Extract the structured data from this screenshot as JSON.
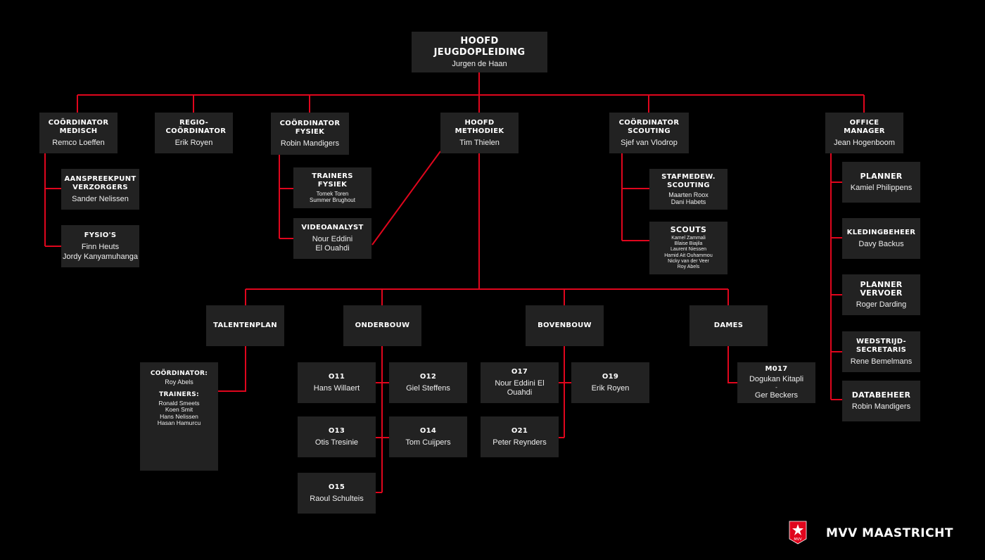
{
  "top": {
    "title": "HOOFD JEUGDOPLEIDING",
    "name": "Jurgen de Haan"
  },
  "medisch": {
    "title": "COÖRDINATOR MEDISCH",
    "name": "Remco Loeffen"
  },
  "regio": {
    "title": "REGIO-COÖRDINATOR",
    "name": "Erik Royen"
  },
  "fysiek": {
    "title": "COÖRDINATOR FYSIEK",
    "name": "Robin Mandigers"
  },
  "methodiek": {
    "title": "HOOFD METHODIEK",
    "name": "Tim Thielen"
  },
  "scouting": {
    "title": "COÖRDINATOR SCOUTING",
    "name": "Sjef van Vlodrop"
  },
  "office": {
    "title": "OFFICE MANAGER",
    "name": "Jean Hogenboom"
  },
  "aanspreekpunt": {
    "title": "AANSPREEKPUNT VERZORGERS",
    "name": "Sander Nelissen"
  },
  "fysios": {
    "title": "FYSIO'S",
    "names": [
      "Finn Heuts",
      "Jordy Kanyamuhanga"
    ]
  },
  "trainers_fysiek": {
    "title": "TRAINERS FYSIEK",
    "names": [
      "Tomek Toren",
      "Summer Brughout"
    ]
  },
  "videoanalyst": {
    "title": "VIDEOANALYST",
    "names": [
      "Nour Eddini",
      "El Ouahdi"
    ]
  },
  "stafmedew": {
    "title": "STAFMEDEW. SCOUTING",
    "names": [
      "Maarten Roox",
      "Dani Habets"
    ]
  },
  "scouts": {
    "title": "SCOUTS",
    "names": [
      "Kamel Zammali",
      "Blaise Biajila",
      "Laurent Niessen",
      "Hamid Ait Ouhammou",
      "Nicky van der Veer",
      "Roy Abels"
    ]
  },
  "planner": {
    "title": "PLANNER",
    "name": "Kamiel Philippens"
  },
  "kleding": {
    "title": "KLEDINGBEHEER",
    "name": "Davy Backus"
  },
  "vervoer": {
    "title": "PLANNER VERVOER",
    "name": "Roger Darding"
  },
  "wedstrijd": {
    "title": "WEDSTRIJD-SECRETARIS",
    "name": "Rene Bemelmans"
  },
  "databeheer": {
    "title": "DATABEHEER",
    "name": "Robin Mandigers"
  },
  "talentenplan": {
    "title": "TALENTENPLAN",
    "coord_label": "COÖRDINATOR:",
    "coord": "Roy Abels",
    "trainers_label": "TRAINERS:",
    "trainers": [
      "Ronald Smeets",
      "Koen Smit",
      "Hans Nelissen",
      "Hasan Hamurcu"
    ]
  },
  "onderbouw": {
    "title": "ONDERBOUW"
  },
  "bovenbouw": {
    "title": "BOVENBOUW"
  },
  "dames": {
    "title": "DAMES"
  },
  "teams": {
    "o11": {
      "title": "O11",
      "name": "Hans Willaert"
    },
    "o12": {
      "title": "O12",
      "name": "Giel Steffens"
    },
    "o13": {
      "title": "O13",
      "name": "Otis Tresinie"
    },
    "o14": {
      "title": "O14",
      "name": "Tom Cuijpers"
    },
    "o15": {
      "title": "O15",
      "name": "Raoul Schulteis"
    },
    "o17": {
      "title": "O17",
      "name": "Nour Eddini El Ouahdi"
    },
    "o19": {
      "title": "O19",
      "name": "Erik Royen"
    },
    "o21": {
      "title": "O21",
      "name": "Peter Reynders"
    },
    "m017": {
      "title": "M017",
      "names": [
        "Dogukan Kitapli",
        "-",
        "Ger Beckers"
      ]
    }
  },
  "brand": {
    "name": "MVV MAASTRICHT",
    "logo_text": "MVV"
  },
  "colors": {
    "line": "#e0061d",
    "box": "#222222",
    "background": "#000000"
  }
}
